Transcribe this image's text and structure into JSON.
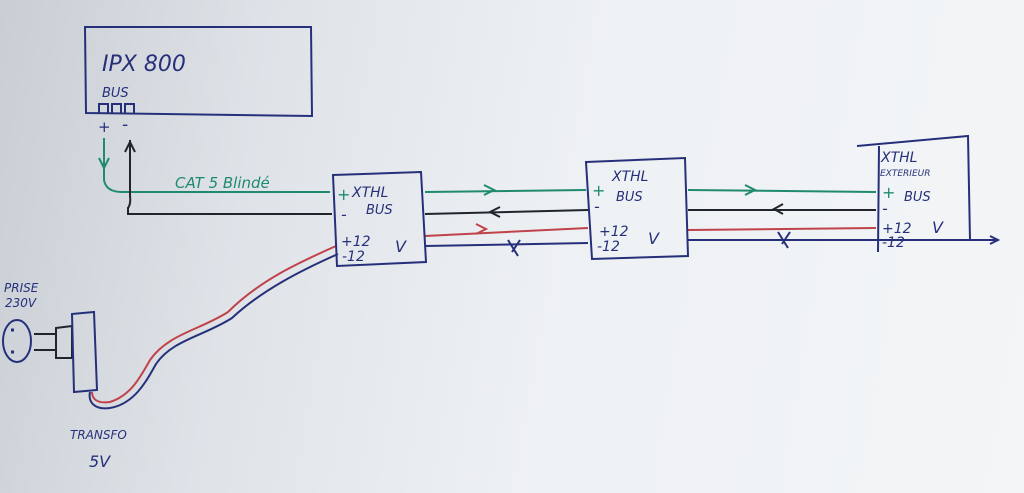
{
  "colors": {
    "ink": "#26307a",
    "green": "#1f8a6e",
    "red": "#c0424a",
    "black": "#20242c",
    "paper": "#eef1f4"
  },
  "ipx": {
    "title": "IPX 800",
    "bus": "BUS",
    "plus": "+",
    "minus": "-"
  },
  "cable": {
    "label": "CAT 5 Blindé"
  },
  "xthl1": {
    "title": "XTHL",
    "bus": "BUS",
    "plus": "+",
    "minus": "-",
    "p12": "+12",
    "m12": "-12",
    "volt": "V"
  },
  "xthl2": {
    "title": "XTHL",
    "bus": "BUS",
    "plus": "+",
    "minus": "-",
    "p12": "+12",
    "m12": "-12",
    "volt": "V"
  },
  "xthl3": {
    "title": "XTHL",
    "subtitle": "EXTERIEUR",
    "bus": "BUS",
    "plus": "+",
    "minus": "-",
    "p12": "+12",
    "m12": "-12",
    "volt": "V"
  },
  "prise": {
    "line1": "PRISE",
    "line2": "230V"
  },
  "transfo": {
    "line1": "TRANSFO",
    "line2": "5V"
  }
}
